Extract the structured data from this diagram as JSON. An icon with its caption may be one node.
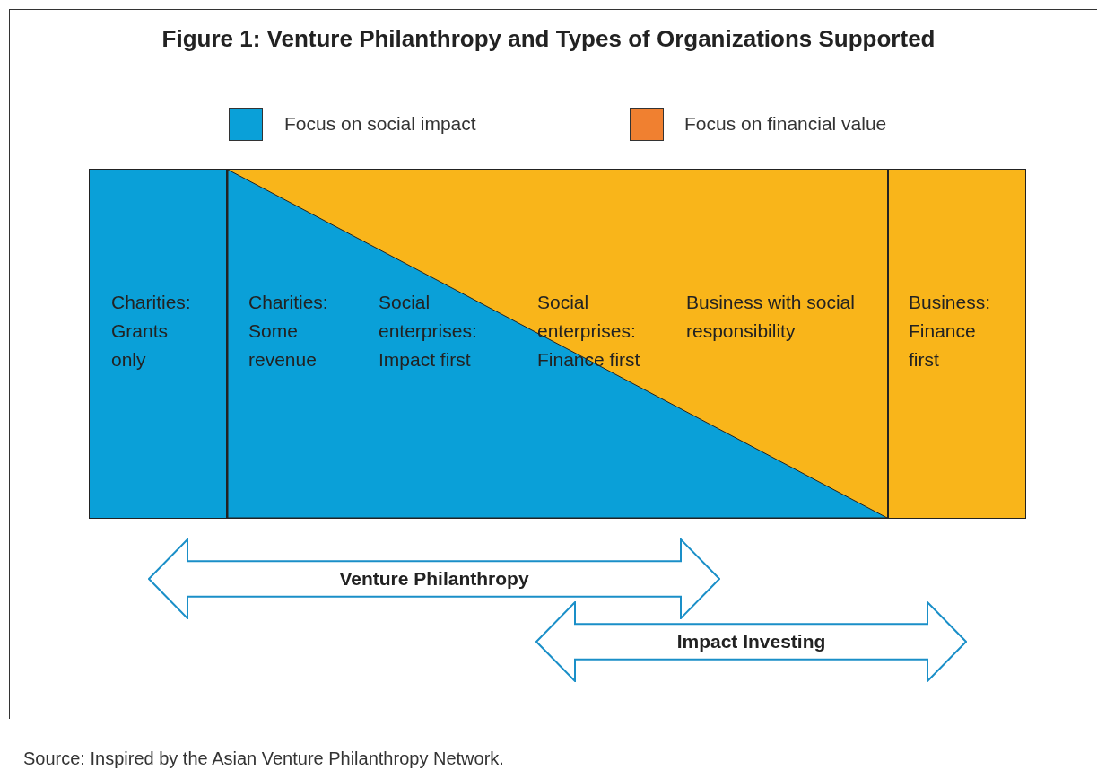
{
  "diagram": {
    "title": "Figure 1: Venture Philanthropy and Types of Organizations Supported",
    "caption": "Source: Inspired by the Asian Venture Philanthropy Network.",
    "nodes": [
      {
        "text": [
          "Charities: Grants only"
        ]
      },
      {
        "text": [
          "Charities: Some revenue",
          "Social enterprises: Impact first",
          "Social enterprises: Finance first",
          "Business with social responsibility"
        ]
      },
      {
        "text": [
          "Business: Finance first"
        ]
      },
      {
        "text": [
          "Venture Philanthropy"
        ]
      },
      {
        "text": [
          "Impact Investing"
        ]
      }
    ],
    "edges": [],
    "legend": [
      {
        "text": "Focus on social impact",
        "color": "#0aa0d8"
      },
      {
        "text": "Focus on financial value",
        "color": "#f08030"
      }
    ]
  }
}
